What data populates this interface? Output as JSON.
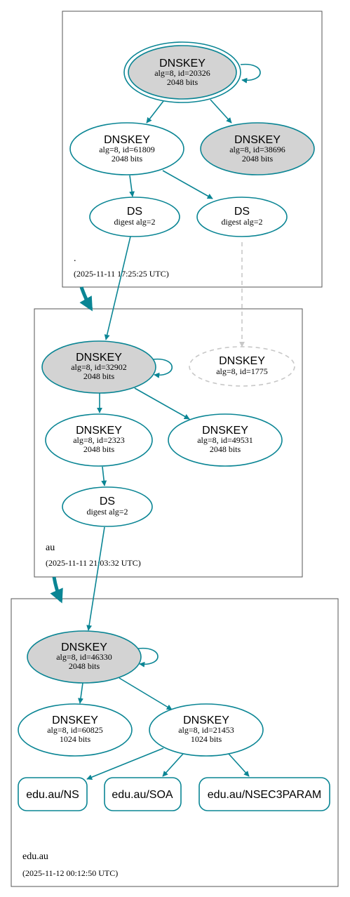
{
  "colors": {
    "edge": "#0a8594",
    "node_fill_gray": "#d3d3d3",
    "dashed_gray": "#c8c8c8",
    "zone_border": "#555555"
  },
  "zones": [
    {
      "name": ".",
      "timestamp": "(2025-11-11 17:25:25 UTC)"
    },
    {
      "name": "au",
      "timestamp": "(2025-11-11 21:03:32 UTC)"
    },
    {
      "name": "edu.au",
      "timestamp": "(2025-11-12 00:12:50 UTC)"
    }
  ],
  "nodes": {
    "root_ksk": {
      "title": "DNSKEY",
      "line1": "alg=8, id=20326",
      "line2": "2048 bits"
    },
    "root_zsk": {
      "title": "DNSKEY",
      "line1": "alg=8, id=61809",
      "line2": "2048 bits"
    },
    "root_key3": {
      "title": "DNSKEY",
      "line1": "alg=8, id=38696",
      "line2": "2048 bits"
    },
    "root_ds1": {
      "title": "DS",
      "line1": "digest alg=2"
    },
    "root_ds2": {
      "title": "DS",
      "line1": "digest alg=2"
    },
    "au_ksk": {
      "title": "DNSKEY",
      "line1": "alg=8, id=32902",
      "line2": "2048 bits"
    },
    "au_missing": {
      "title": "DNSKEY",
      "line1": "alg=8, id=1775"
    },
    "au_zsk1": {
      "title": "DNSKEY",
      "line1": "alg=8, id=2323",
      "line2": "2048 bits"
    },
    "au_zsk2": {
      "title": "DNSKEY",
      "line1": "alg=8, id=49531",
      "line2": "2048 bits"
    },
    "au_ds": {
      "title": "DS",
      "line1": "digest alg=2"
    },
    "edu_ksk": {
      "title": "DNSKEY",
      "line1": "alg=8, id=46330",
      "line2": "2048 bits"
    },
    "edu_zsk1": {
      "title": "DNSKEY",
      "line1": "alg=8, id=60825",
      "line2": "1024 bits"
    },
    "edu_zsk2": {
      "title": "DNSKEY",
      "line1": "alg=8, id=21453",
      "line2": "1024 bits"
    },
    "rr_ns": {
      "label": "edu.au/NS"
    },
    "rr_soa": {
      "label": "edu.au/SOA"
    },
    "rr_nsec3param": {
      "label": "edu.au/NSEC3PARAM"
    }
  }
}
